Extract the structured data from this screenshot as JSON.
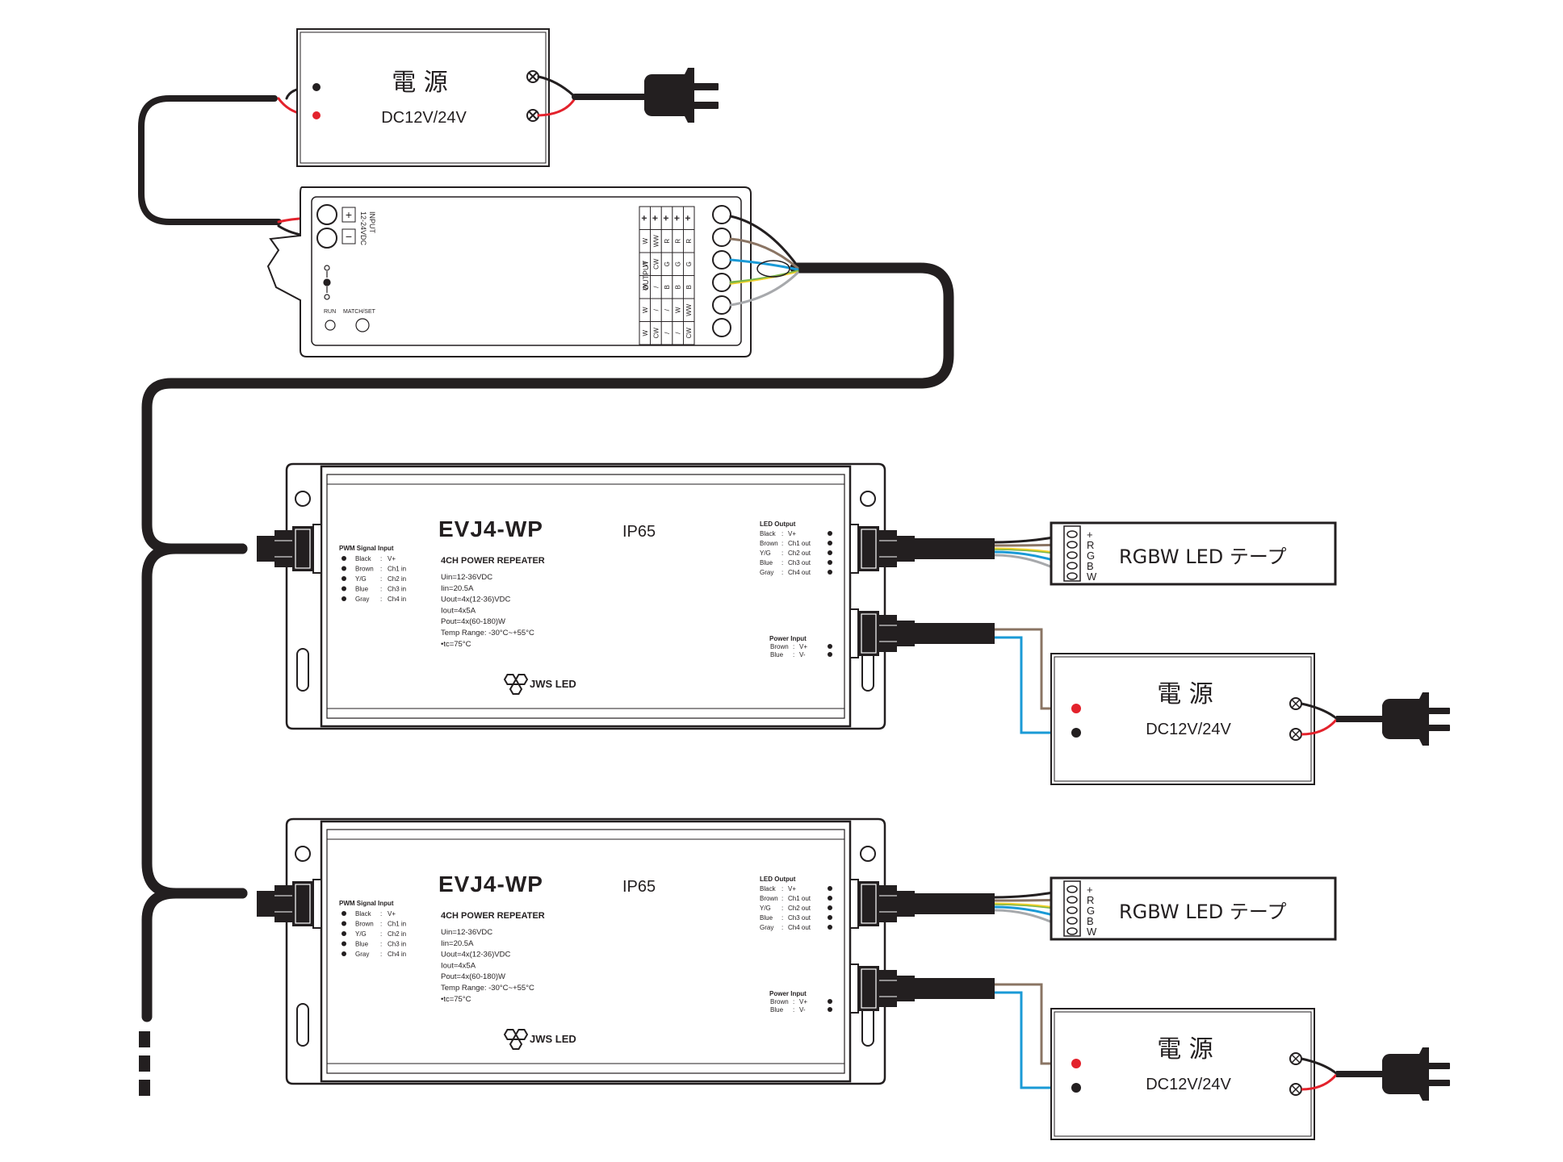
{
  "power_supply": {
    "title": "電 源",
    "voltage": "DC12V/24V"
  },
  "controller": {
    "input_label": "INPUT",
    "input_range": "12-24VDC",
    "plus": "+",
    "minus": "−",
    "output_label": "OUTPUT",
    "run_label": "RUN",
    "match_label": "MATCH/SET",
    "output_table": [
      [
        "+",
        "+",
        "+",
        "+",
        "+"
      ],
      [
        "W",
        "WW",
        "R",
        "R",
        "R"
      ],
      [
        "W",
        "CW",
        "G",
        "G",
        "G"
      ],
      [
        "W",
        "/",
        "B",
        "B",
        "B"
      ],
      [
        "W",
        "/",
        "/",
        "W",
        "WW"
      ],
      [
        "W",
        "CW",
        "/",
        "/",
        "CW"
      ]
    ]
  },
  "repeater": {
    "model": "EVJ4-WP",
    "ip_rating": "IP65",
    "subtitle": "4CH POWER REPEATER",
    "specs": [
      "Uin=12-36VDC",
      "Iin=20.5A",
      "Uout=4x(12-36)VDC",
      "Iout=4x5A",
      "Pout=4x(60-180)W",
      "Temp Range: -30°C~+55°C",
      "•tc=75°C"
    ],
    "pwm_input_title": "PWM Signal Input",
    "pwm_input_rows": [
      [
        "Black",
        ":",
        "V+"
      ],
      [
        "Brown",
        ":",
        "Ch1 in"
      ],
      [
        "Y/G",
        ":",
        "Ch2 in"
      ],
      [
        "Blue",
        ":",
        "Ch3 in"
      ],
      [
        "Gray",
        ":",
        "Ch4 in"
      ]
    ],
    "led_output_title": "LED Output",
    "led_output_rows": [
      [
        "Black",
        ":",
        "V+"
      ],
      [
        "Brown",
        ":",
        "Ch1 out"
      ],
      [
        "Y/G",
        ":",
        "Ch2 out"
      ],
      [
        "Blue",
        ":",
        "Ch3 out"
      ],
      [
        "Gray",
        ":",
        "Ch4 out"
      ]
    ],
    "power_input_title": "Power Input",
    "power_input_rows": [
      [
        "Brown",
        ":",
        "V+"
      ],
      [
        "Blue",
        ":",
        "V-"
      ]
    ],
    "brand": "JWS LED"
  },
  "led_strip": {
    "label": "RGBW LED テープ",
    "pins": [
      "+",
      "R",
      "G",
      "B",
      "W"
    ]
  },
  "colors": {
    "line": "#231f20",
    "red": "#e3222c",
    "brown": "#8a7463",
    "blue": "#1a9ad6",
    "green": "#7ab648",
    "yellow": "#f3d02a",
    "gray": "#a7a9ac"
  }
}
